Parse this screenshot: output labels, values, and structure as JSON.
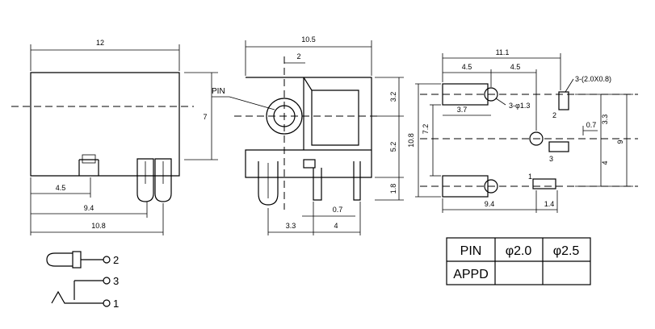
{
  "front_view": {
    "width": "12",
    "height": "7",
    "pin_offset": "4.5",
    "pin_span": "9.4",
    "total_depth": "10.8"
  },
  "side_view": {
    "width": "10.5",
    "offset": "2",
    "pin_label": "PIN",
    "upper_height": "3.2",
    "lower_height": "5.2",
    "pin_length": "1.8",
    "pin_thickness": "0.7",
    "left_pitch": "3.3",
    "right_pitch": "4"
  },
  "pcb_layout": {
    "total_width": "11.1",
    "left_span": "4.5",
    "right_span": "4.5",
    "hole_spacing": "3.7",
    "hole_note": "3-φ1.3",
    "slot_note": "3-(2.0X0.8)",
    "left_height": "10.8",
    "inner_height": "7.2",
    "top_offset": "3.3",
    "slot_width": "0.7",
    "lower_offset": "4",
    "right_height": "9",
    "bottom_span": "9.4",
    "bottom_offset": "1.4",
    "slot_numbers": [
      "2",
      "3",
      "1"
    ]
  },
  "schematic": {
    "pin_labels": [
      "2",
      "3",
      "1"
    ]
  },
  "spec_table": {
    "headers": [
      "PIN",
      "φ2.0",
      "φ2.5"
    ],
    "row_label": "APPD",
    "row_values": [
      "",
      ""
    ]
  }
}
